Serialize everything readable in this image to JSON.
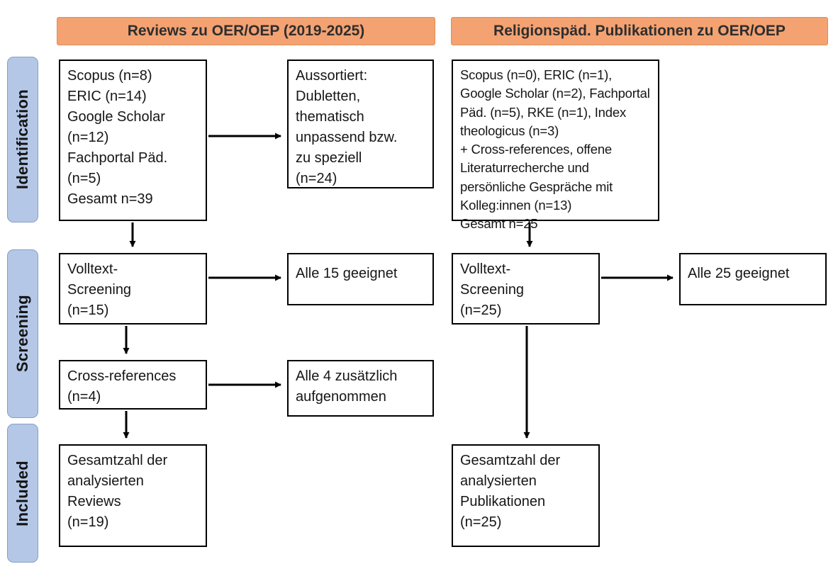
{
  "headers": {
    "left": "Reviews zu OER/OEP (2019-2025)",
    "right": "Religionspäd. Publikationen zu OER/OEP"
  },
  "stages": {
    "identification": "Identification",
    "screening": "Screening",
    "included": "Included"
  },
  "left_column": {
    "sources": "Scopus (n=8)\nERIC (n=14)\nGoogle Scholar\n(n=12)\nFachportal Päd.\n(n=5)\nGesamt n=39",
    "excluded": "Aussortiert:\nDubletten,\nthematisch\nunpassend bzw.\nzu speziell\n(n=24)",
    "fulltext": "Volltext-\nScreening\n(n=15)",
    "fulltext_result": "Alle 15 geeignet",
    "crossref": "Cross-references\n(n=4)",
    "crossref_result": "Alle 4 zusätzlich\naufgenommen",
    "total": "Gesamtzahl der\nanalysierten\nReviews\n(n=19)"
  },
  "right_column": {
    "sources": "Scopus (n=0), ERIC (n=1), Google Scholar (n=2), Fachportal Päd. (n=5), RKE (n=1), Index theologicus (n=3)\n+ Cross-references, offene Literaturrecherche und persönliche Gespräche mit Kolleg:innen (n=13)\nGesamt n=25",
    "fulltext": "Volltext-\nScreening\n(n=25)",
    "fulltext_result": "Alle 25 geeignet",
    "total": "Gesamtzahl der\nanalysierten\nPublikationen\n(n=25)"
  },
  "colors": {
    "header_fill": "#f4a272",
    "stage_fill": "#b4c7e7",
    "box_border": "#000000"
  }
}
